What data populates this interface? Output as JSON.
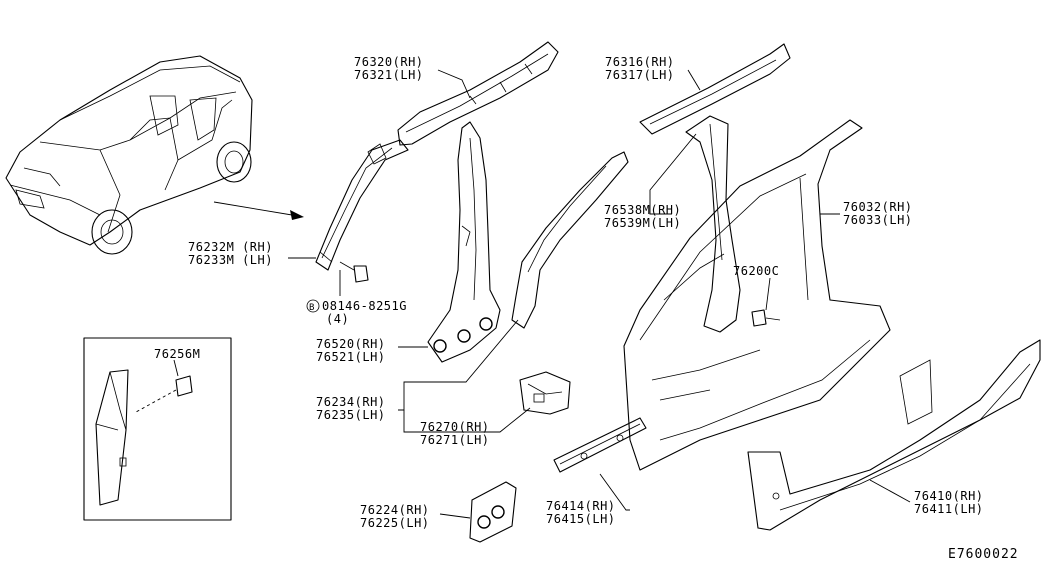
{
  "diagram_code": "E7600022",
  "labels": {
    "p76320": "76320(RH)",
    "p76321": "76321(LH)",
    "p76316": "76316(RH)",
    "p76317": "76317(LH)",
    "p76232m": "76232M (RH)",
    "p76233m": "76233M (LH)",
    "bolt_marker": "B",
    "bolt_part": "08146-8251G",
    "bolt_qty": "(4)",
    "p76538m": "76538M(RH)",
    "p76539m": "76539M(LH)",
    "p76032": "76032(RH)",
    "p76033": "76033(LH)",
    "p76200c": "76200C",
    "p76256m": "76256M",
    "p76520": "76520(RH)",
    "p76521": "76521(LH)",
    "p76234": "76234(RH)",
    "p76235": "76235(LH)",
    "p76270": "76270(RH)",
    "p76271": "76271(LH)",
    "p76414": "76414(RH)",
    "p76415": "76415(LH)",
    "p76410": "76410(RH)",
    "p76411": "76411(LH)",
    "p76224": "76224(RH)",
    "p76225": "76225(LH)"
  }
}
